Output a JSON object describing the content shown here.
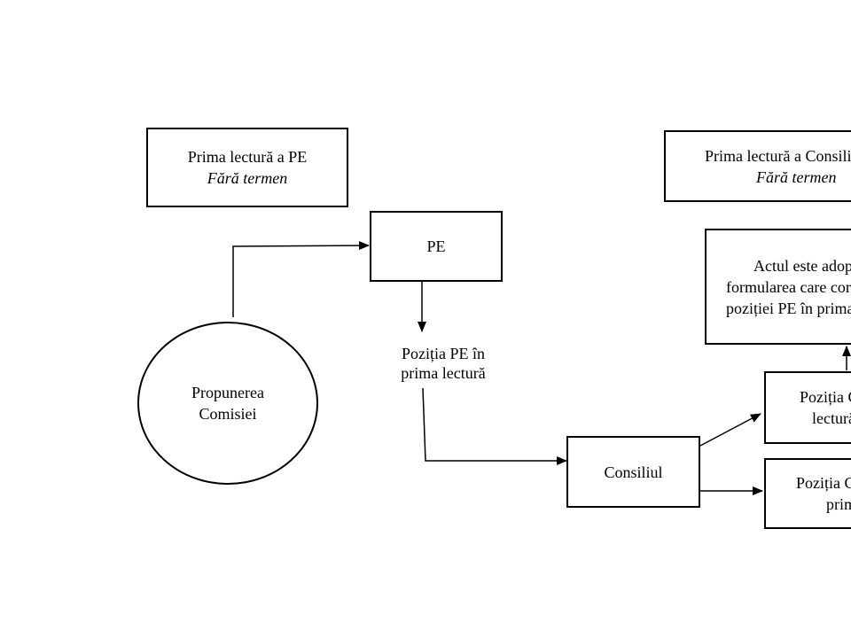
{
  "diagram": {
    "ep_header": {
      "line1": "Prima lectură a PE",
      "line2": "Fără termen"
    },
    "council_header": {
      "line1": "Prima lectură a Consiliului",
      "line2": "Fără termen"
    },
    "ep_box": "PE",
    "ep_position": {
      "line1": "Poziția PE în",
      "line2": "prima lectură"
    },
    "commission_proposal": {
      "line1": "Propunerea",
      "line2": "Comisiei"
    },
    "council_box": "Consiliul",
    "act_adopted": {
      "line1": "Actul este adoptat în",
      "line2": "formularea care corespunde",
      "line3": "poziției PE în prima lectură"
    },
    "council_position_upper": {
      "line1": "Poziția Consiliului în prima",
      "line2": "lectură"
    },
    "council_position_lower": {
      "line1": "Poziția Consiliului în",
      "line2": "prima lectură"
    }
  }
}
